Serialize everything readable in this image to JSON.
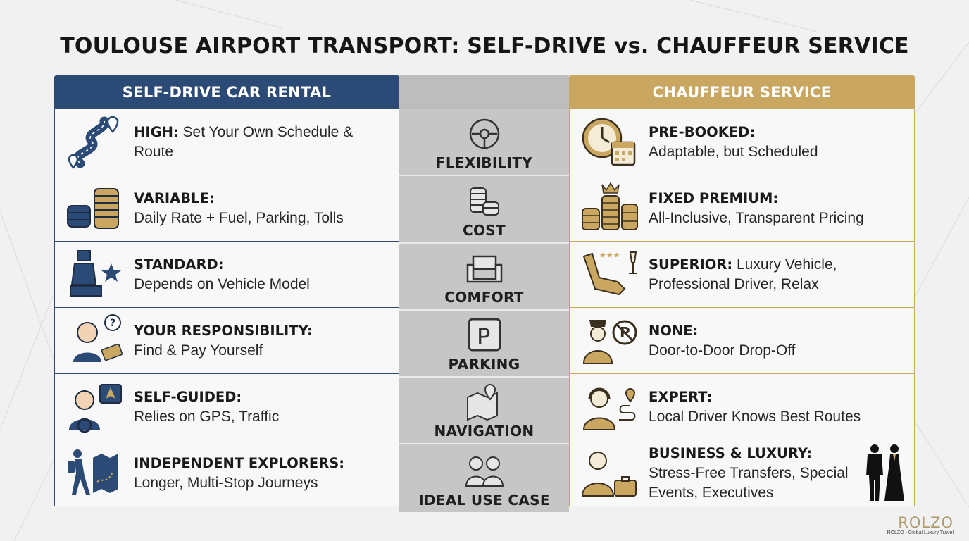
{
  "title": "TOULOUSE AIRPORT TRANSPORT: SELF-DRIVE vs. CHAUFFEUR SERVICE",
  "left": {
    "header": "SELF-DRIVE CAR RENTAL",
    "rows": [
      {
        "icon": "winding-road-icon",
        "bold": "HIGH:",
        "text": " Set Your Own Schedule & Route"
      },
      {
        "icon": "coins-icon",
        "bold": "VARIABLE:",
        "text": "Daily Rate + Fuel, Parking, Tolls"
      },
      {
        "icon": "car-seat-star-icon",
        "bold": "STANDARD:",
        "text": "Depends on Vehicle Model"
      },
      {
        "icon": "confused-driver-ticket-icon",
        "bold": "YOUR RESPONSIBILITY:",
        "text": "Find & Pay Yourself"
      },
      {
        "icon": "driver-gps-icon",
        "bold": "SELF-GUIDED:",
        "text": "Relies on GPS, Traffic"
      },
      {
        "icon": "hiker-map-icon",
        "bold": "INDEPENDENT EXPLORERS:",
        "text": "Longer, Multi-Stop Journeys"
      }
    ]
  },
  "middle": {
    "rows": [
      {
        "icon": "steering-wheel-icon",
        "label": "FLEXIBILITY"
      },
      {
        "icon": "coin-stack-icon",
        "label": "COST"
      },
      {
        "icon": "armchair-icon",
        "label": "COMFORT"
      },
      {
        "icon": "parking-sign-icon",
        "label": "PARKING"
      },
      {
        "icon": "map-pin-icon",
        "label": "NAVIGATION"
      },
      {
        "icon": "people-icon",
        "label": "IDEAL USE CASE"
      }
    ]
  },
  "right": {
    "header": "CHAUFFEUR SERVICE",
    "rows": [
      {
        "icon": "clock-calendar-icon",
        "bold": "PRE-BOOKED:",
        "text": "Adaptable, but Scheduled"
      },
      {
        "icon": "crowned-coins-icon",
        "bold": "FIXED PREMIUM:",
        "text": "All-Inclusive, Transparent Pricing"
      },
      {
        "icon": "luxury-seat-champagne-icon",
        "bold": "SUPERIOR:",
        "text": " Luxury Vehicle, Professional Driver, Relax"
      },
      {
        "icon": "chauffeur-no-parking-icon",
        "bold": "NONE:",
        "text": "Door-to-Door Drop-Off"
      },
      {
        "icon": "headset-route-icon",
        "bold": "EXPERT:",
        "text": "Local Driver Knows Best Routes"
      },
      {
        "icon": "businessman-couple-icon",
        "bold": "BUSINESS & LUXURY:",
        "text": "Stress-Free Transfers, Special Events, Executives"
      }
    ]
  },
  "brand": {
    "logo": "ROLZO",
    "tagline": "ROLZO - Global Luxury Travel"
  },
  "colors": {
    "navy": "#2b4a76",
    "gold": "#c9a760",
    "middle_gray": "#c6c6c6"
  }
}
